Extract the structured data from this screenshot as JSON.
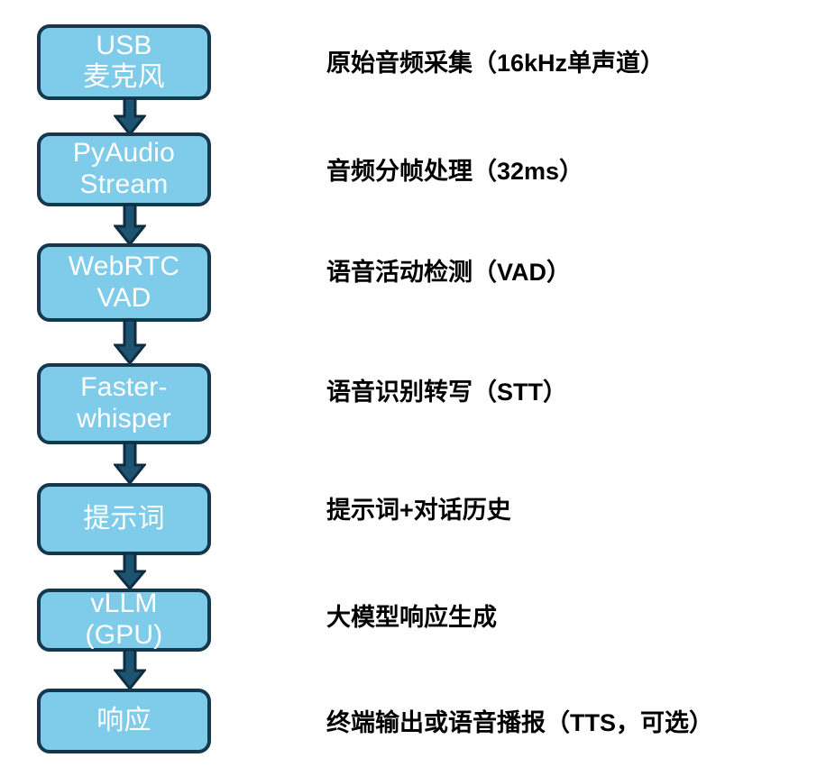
{
  "diagram": {
    "type": "flowchart",
    "orientation": "vertical",
    "colors": {
      "node_fill": "#7fcbea",
      "node_border": "#15384d",
      "node_text": "#ffffff",
      "arrow_fill": "#1d5472",
      "arrow_stroke": "#0f2d40",
      "description_text": "#000000",
      "background": "#ffffff"
    },
    "nodes": [
      {
        "id": "usb-mic",
        "lines": [
          "USB",
          "麦克风"
        ],
        "description": "原始音频采集（16kHz单声道）"
      },
      {
        "id": "pyaudio-stream",
        "lines": [
          "PyAudio",
          "Stream"
        ],
        "description": "音频分帧处理（32ms）"
      },
      {
        "id": "webrtc-vad",
        "lines": [
          "WebRTC",
          "VAD"
        ],
        "description": "语音活动检测（VAD）"
      },
      {
        "id": "faster-whisper",
        "lines": [
          "Faster-",
          "whisper"
        ],
        "description": "语音识别转写（STT）"
      },
      {
        "id": "prompt",
        "lines": [
          "提示词"
        ],
        "description": "提示词+对话历史"
      },
      {
        "id": "vllm-gpu",
        "lines": [
          "vLLM",
          "(GPU)"
        ],
        "description": "大模型响应生成"
      },
      {
        "id": "response",
        "lines": [
          "响应"
        ],
        "description": "终端输出或语音播报（TTS，可选）"
      }
    ],
    "connectors": [
      {
        "from": "usb-mic",
        "to": "pyaudio-stream",
        "icon": "down-arrow-icon"
      },
      {
        "from": "pyaudio-stream",
        "to": "webrtc-vad",
        "icon": "down-arrow-icon"
      },
      {
        "from": "webrtc-vad",
        "to": "faster-whisper",
        "icon": "down-arrow-icon"
      },
      {
        "from": "faster-whisper",
        "to": "prompt",
        "icon": "down-arrow-icon"
      },
      {
        "from": "prompt",
        "to": "vllm-gpu",
        "icon": "down-arrow-icon"
      },
      {
        "from": "vllm-gpu",
        "to": "response",
        "icon": "down-arrow-icon"
      }
    ]
  }
}
